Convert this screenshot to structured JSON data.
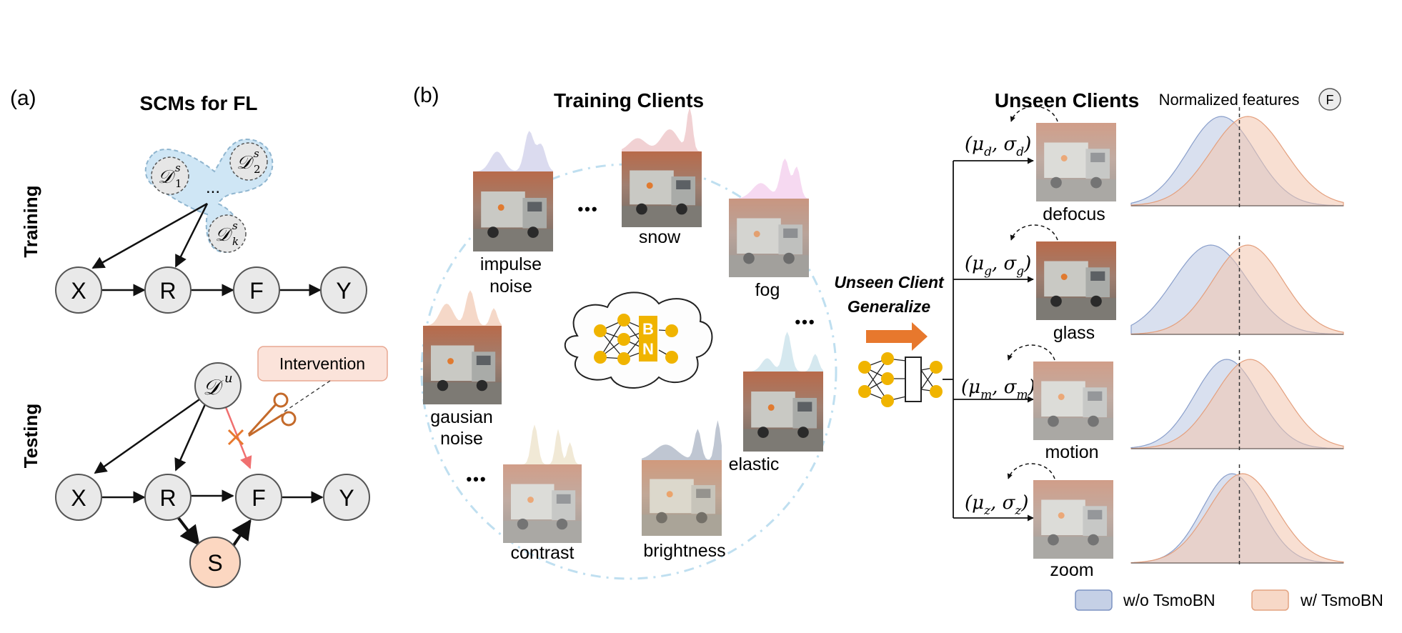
{
  "panel_a": {
    "label": "(a)",
    "title": "SCMs for FL",
    "training_label": "Training",
    "testing_label": "Testing",
    "domain_1": "𝒟",
    "domain_1_sup": "s",
    "domain_1_sub": "1",
    "domain_2": "𝒟",
    "domain_2_sup": "s",
    "domain_2_sub": "2",
    "domain_k": "𝒟",
    "domain_k_sup": "s",
    "domain_k_sub": "k",
    "domain_dots": "...",
    "unseen_domain": "𝒟",
    "unseen_domain_sup": "u",
    "intervention": "Intervention",
    "train_nodes": [
      "X",
      "R",
      "F",
      "Y"
    ],
    "test_nodes": [
      "X",
      "R",
      "F",
      "Y",
      "S"
    ]
  },
  "panel_b": {
    "label": "(b)",
    "training_title": "Training Clients",
    "clients": [
      "impulse\nnoise",
      "snow",
      "fog",
      "gausian\nnoise",
      "contrast",
      "brightness",
      "elastic"
    ],
    "client_labels": {
      "impulse_1": "impulse",
      "impulse_2": "noise",
      "snow": "snow",
      "fog": "fog",
      "gausian_1": "gausian",
      "gausian_2": "noise",
      "contrast": "contrast",
      "brightness": "brightness",
      "elastic": "elastic"
    },
    "ellipsis": "•••",
    "bn_letters": [
      "B",
      "N"
    ],
    "generalize_line1": "Unseen Client",
    "generalize_line2": "Generalize",
    "unseen_title": "Unseen Clients",
    "normalized_title": "Normalized features",
    "f_badge": "F",
    "unseen": [
      {
        "name": "defocus",
        "stat": "(μd, σd)",
        "mu": "μ",
        "sigma": "σ",
        "sub": "d"
      },
      {
        "name": "glass",
        "stat": "(μg, σg)",
        "mu": "μ",
        "sigma": "σ",
        "sub": "g"
      },
      {
        "name": "motion",
        "stat": "(μm, σm)",
        "mu": "μ",
        "sigma": "σ",
        "sub": "m"
      },
      {
        "name": "zoom",
        "stat": "(μz, σz)",
        "mu": "μ",
        "sigma": "σ",
        "sub": "z"
      }
    ],
    "legend": {
      "without": "w/o  TsmoBN",
      "with": "w/  TsmoBN"
    },
    "colors": {
      "without": "#b8c6e0",
      "with": "#f3c9b3",
      "bn": "#f0b400",
      "arrow": "#e7782d",
      "circle_dash": "#bfdff0"
    }
  }
}
